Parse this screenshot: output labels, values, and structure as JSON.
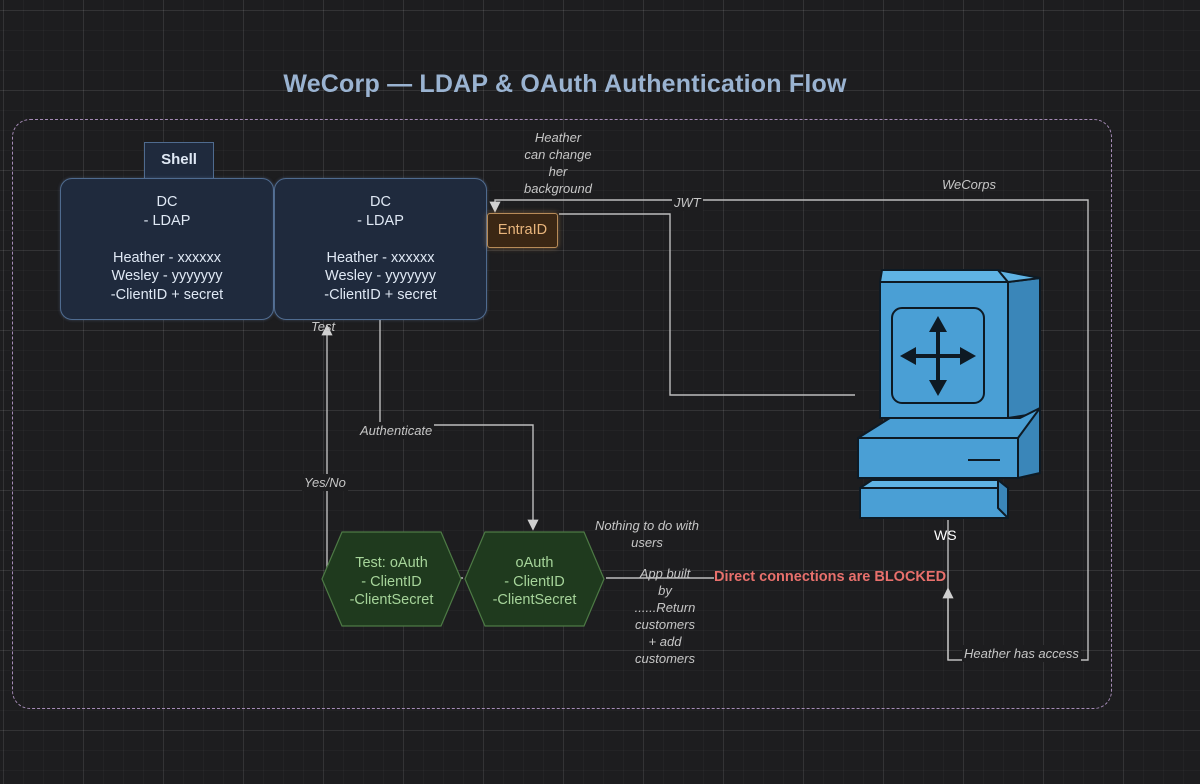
{
  "title": "WeCorp — LDAP & OAuth Authentication Flow",
  "shell_tab": "Shell",
  "dc_boxes": [
    {
      "lines": [
        "DC",
        "- LDAP",
        "",
        "Heather - xxxxxx",
        "Wesley - yyyyyyy",
        "-ClientID + secret"
      ]
    },
    {
      "lines": [
        "DC",
        "- LDAP",
        "",
        "Heather - xxxxxx",
        "Wesley - yyyyyyy",
        "-ClientID + secret"
      ]
    }
  ],
  "entraid": "EntraID",
  "hexagons": [
    {
      "lines": [
        "Test: oAuth",
        "- ClientID",
        "-ClientSecret"
      ]
    },
    {
      "lines": [
        "oAuth",
        "- ClientID",
        "-ClientSecret"
      ]
    }
  ],
  "edge_labels": {
    "heather_background": [
      "Heather",
      "can change",
      "her",
      "background"
    ],
    "jwt": "JWT",
    "wecorps": "WeCorps",
    "test": "Test",
    "authenticate": "Authenticate",
    "yes_no": "Yes/No",
    "nothing_to_do": [
      "Nothing to do with",
      "users"
    ],
    "app_built": [
      "App built",
      "by",
      "......Return",
      "customers",
      "+ add",
      "customers"
    ],
    "heather_access": "Heather has access"
  },
  "blocked_label": "Direct connections are BLOCKED",
  "workstation_label": "WS",
  "colors": {
    "background": "#1d1d1f",
    "title": "#9ab3d1",
    "dc_fill": "#1f2a3d",
    "dc_stroke": "#4f6b8f",
    "entraid_fill": "#3b2714",
    "entraid_text": "#e8b57c",
    "hex_fill": "#1f3a1e",
    "hex_text": "#a6d49a",
    "blocked": "#e8706c",
    "workstation": "#4a9fd5",
    "boundary": "#a58bb6",
    "wire": "#c8c8c8"
  },
  "icons": [
    "workstation-icon",
    "router-arrows-icon"
  ]
}
